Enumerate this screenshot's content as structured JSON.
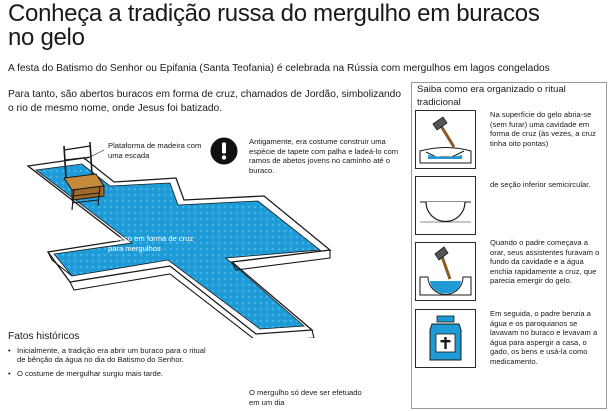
{
  "header": {
    "title": "Conheça a tradição russa do mergulho em buracos no gelo",
    "subtitle": "A festa do Batismo do Senhor ou Epifania (Santa Teofania) é celebrada na Rússia com mergulhos em lagos congelados",
    "intro": "Para tanto, são abertos buracos em forma de cruz, chamados de Jordão, simbolizando o rio de mesmo nome, onde Jesus foi batizado."
  },
  "illustration": {
    "platform_label": "Plataforma de madeira com uma escada",
    "hole_label": "Buraco em forma de cruz para mergulhos",
    "rule_note": "O mergulho só deve ser efetuado em um dia",
    "water_color": "#1e9ad6",
    "ice_color": "#ffffff"
  },
  "warning": {
    "icon": "exclamation-icon",
    "text": "Antigamente, era costume construir uma espécie de tapete com palha e ladeá-lo com ramos de abetos jovens no caminho até o buraco."
  },
  "facts": {
    "title": "Fatos históricos",
    "items": [
      "Inicialmente, a tradição era abrir um buraco para o ritual de bênção da água no dia do Batismo do Senhor.",
      "O costume de mergulhar surgiu mais tarde."
    ]
  },
  "ritual": {
    "title": "Saiba como era organizado o ritual tradicional",
    "steps": [
      {
        "icon": "axe-icon",
        "text": "Na superfície do gelo abria-se (sem furar) uma cavidade em forma de cruz (às vezes, a cruz tinha oito pontas)"
      },
      {
        "icon": "semicircle-cavity-icon",
        "text": "de seção inferior semicircular."
      },
      {
        "icon": "axe-water-icon",
        "text": "Quando o padre começava a orar, seus assistentes furavam o fundo da cavidade e a água enchia rapidamente a cruz, que parecia emergir do gelo."
      },
      {
        "icon": "holy-water-jar-icon",
        "text": "Em seguida, o padre benzia a água e os paroquianos se lavavam no buraco e levavam a água para aspergir a casa, o gado, os bens e usá-la como medicamento."
      }
    ]
  }
}
